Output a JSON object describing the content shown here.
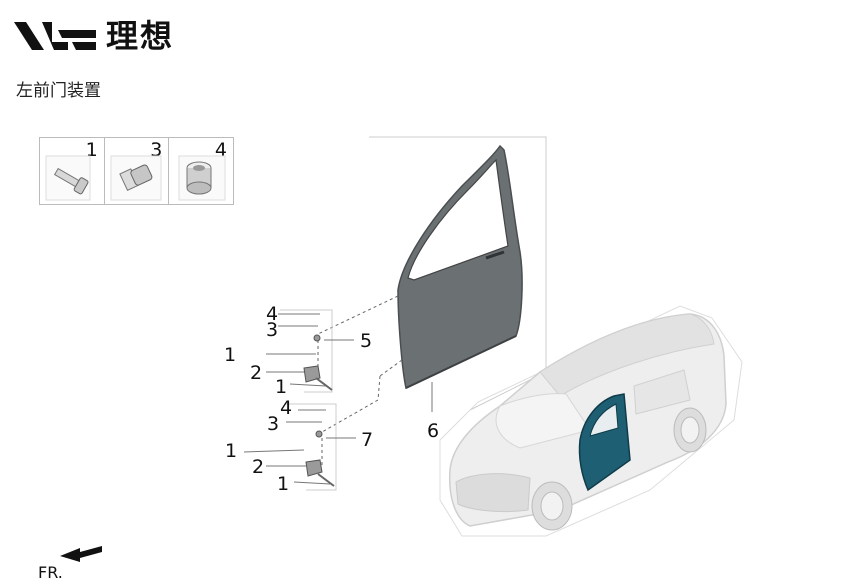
{
  "brand": {
    "name": "理想"
  },
  "page": {
    "title": "左前门装置"
  },
  "thumbnails": [
    {
      "num": "1",
      "icon": "bolt-icon"
    },
    {
      "num": "3",
      "icon": "nut-icon"
    },
    {
      "num": "4",
      "icon": "bushing-icon"
    }
  ],
  "callouts": {
    "c4a": "4",
    "c3a": "3",
    "c1a": "1",
    "c5": "5",
    "c2a": "2",
    "c1b": "1",
    "c4b": "4",
    "c3b": "3",
    "c1c": "1",
    "c7": "7",
    "c2b": "2",
    "c1d": "1",
    "c6": "6"
  },
  "footer": {
    "direction_label": "FR."
  },
  "colors": {
    "door_panel": "#6b7073",
    "highlight_door": "#1f5f73",
    "line": "#555555"
  }
}
